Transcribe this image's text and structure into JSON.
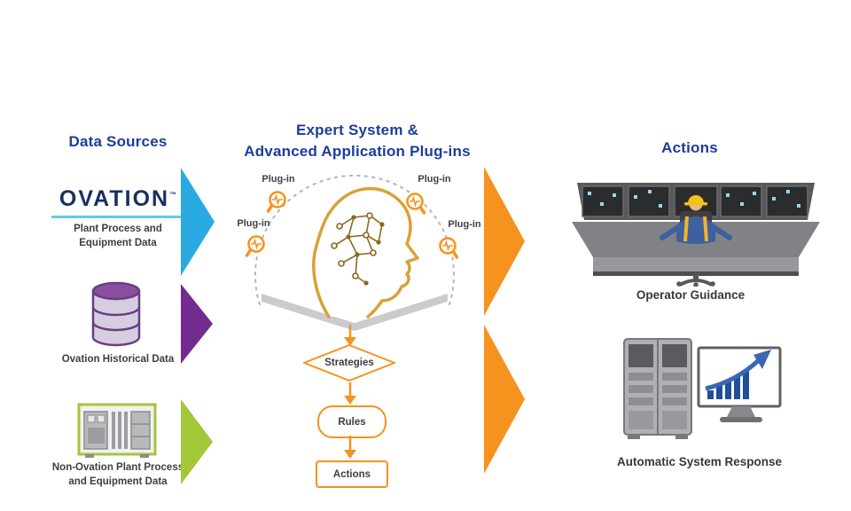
{
  "data_sources": {
    "title": "Data Sources",
    "ovation": {
      "wordmark": "OVATION",
      "trademark": "™"
    },
    "plant_process_line1": "Plant Process and",
    "plant_process_line2": "Equipment Data",
    "historical_label": "Ovation Historical Data",
    "non_ovation_line1": "Non-Ovation Plant Process",
    "non_ovation_line2": "and Equipment Data"
  },
  "expert_system": {
    "title_line1": "Expert System &",
    "title_line2": "Advanced Application Plug-ins",
    "plugins": [
      {
        "label": "Plug-in"
      },
      {
        "label": "Plug-in"
      },
      {
        "label": "Plug-in"
      },
      {
        "label": "Plug-in"
      }
    ],
    "flowchart": {
      "strategies": "Strategies",
      "rules": "Rules",
      "actions": "Actions"
    }
  },
  "actions": {
    "title": "Actions",
    "operator_guidance_label": "Operator Guidance",
    "automatic_response_label": "Automatic System Response"
  },
  "colors": {
    "heading_blue": "#1d3d99",
    "ovation_navy": "#1a2f5e",
    "ovation_underline": "#66c7e6",
    "chevron_blue": "#29aae1",
    "chevron_purple": "#722b8e",
    "chevron_green": "#a4c639",
    "orange": "#f6921e",
    "label_gray": "#3e3e40"
  }
}
